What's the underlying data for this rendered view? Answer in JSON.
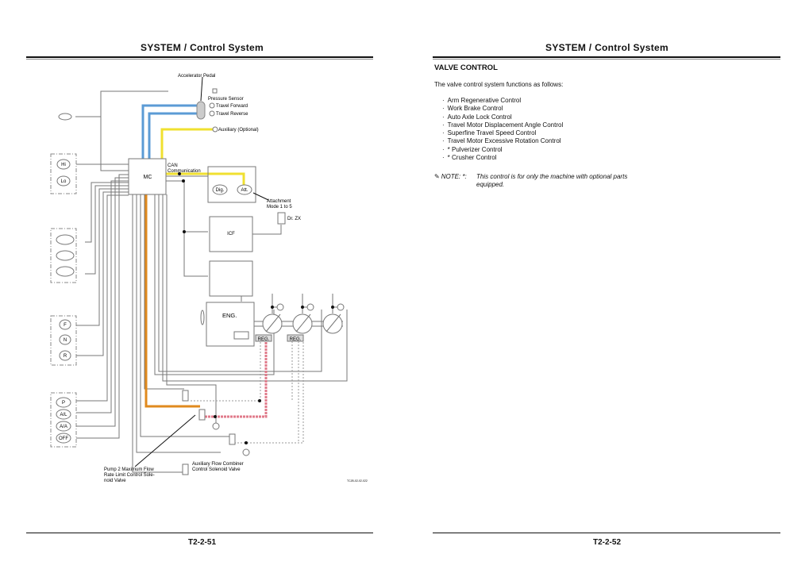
{
  "left_page": {
    "header": "SYSTEM / Control System",
    "page_number": "T2-2-51",
    "diagram": {
      "labels": {
        "accelerator_pedal": "Accelerator Pedal",
        "pressure_sensor": "Pressure Sensor",
        "travel_forward": "Travel Forward",
        "travel_reverse": "Travel Reverse",
        "auxiliary": "Auxiliary (Optional)",
        "mc": "MC",
        "can_1": "CAN",
        "can_2": "Communication",
        "dig": "Dig.",
        "att": "Att.",
        "attachment_1": "Attachment",
        "attachment_2": "Mode 1 to 5",
        "dr_zx": "Dr. ZX",
        "icf": "ICF",
        "eng": "ENG.",
        "reg1": "REG.",
        "reg2": "REG.",
        "hi": "Hi",
        "lo": "Lo",
        "f": "F",
        "n": "N",
        "r": "R",
        "p": "P",
        "al": "A/L",
        "aa": "A/A",
        "off": "OFF",
        "pump2_1": "Pump 2 Maximum Flow",
        "pump2_2": "Rate Limit Control Sole-",
        "pump2_3": "noid Valve",
        "aux_comb_1": "Auxiliary Flow Combiner",
        "aux_comb_2": "Control Solenoid Valve",
        "figure_id": "TCJB-02-02-022"
      },
      "colors": {
        "travel_lines": "#5b9bd5",
        "auxiliary_line": "#f0e030",
        "pump_line": "#e08a1e",
        "pilot_line": "#e07a8a",
        "wire": "#777777"
      }
    }
  },
  "right_page": {
    "header": "SYSTEM / Control System",
    "page_number": "T2-2-52",
    "section_title": "VALVE CONTROL",
    "intro": "The valve control system functions as follows:",
    "functions": [
      "Arm Regenerative Control",
      "Work Brake Control",
      "Auto Axle Lock Control",
      "Travel Motor Displacement Angle Control",
      "Superfine Travel Speed Control",
      "Travel Motor Excessive Rotation Control",
      "* Pulverizer Control",
      "* Crusher Control"
    ],
    "note": {
      "icon": "pencil-note-icon",
      "label": "NOTE: *:",
      "text": "This control is for only the machine with optional parts equipped."
    }
  }
}
